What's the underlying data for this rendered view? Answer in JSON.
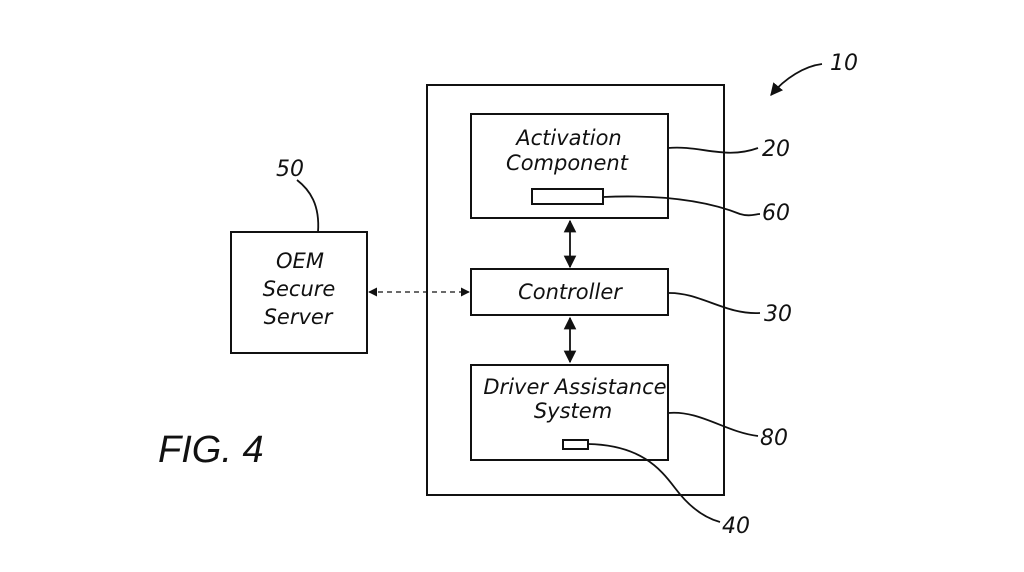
{
  "figure": {
    "label": "FIG. 4"
  },
  "system": {
    "ref": "10"
  },
  "activation_component": {
    "line1": "Activation",
    "line2": "Component",
    "ref": "20",
    "sub_ref": "60"
  },
  "controller": {
    "label": "Controller",
    "ref": "30"
  },
  "driver_assistance": {
    "line1": "Driver Assistance",
    "line2": "System",
    "ref": "80",
    "sub_ref": "40"
  },
  "server": {
    "line1": "OEM",
    "line2": "Secure",
    "line3": "Server",
    "ref": "50"
  }
}
